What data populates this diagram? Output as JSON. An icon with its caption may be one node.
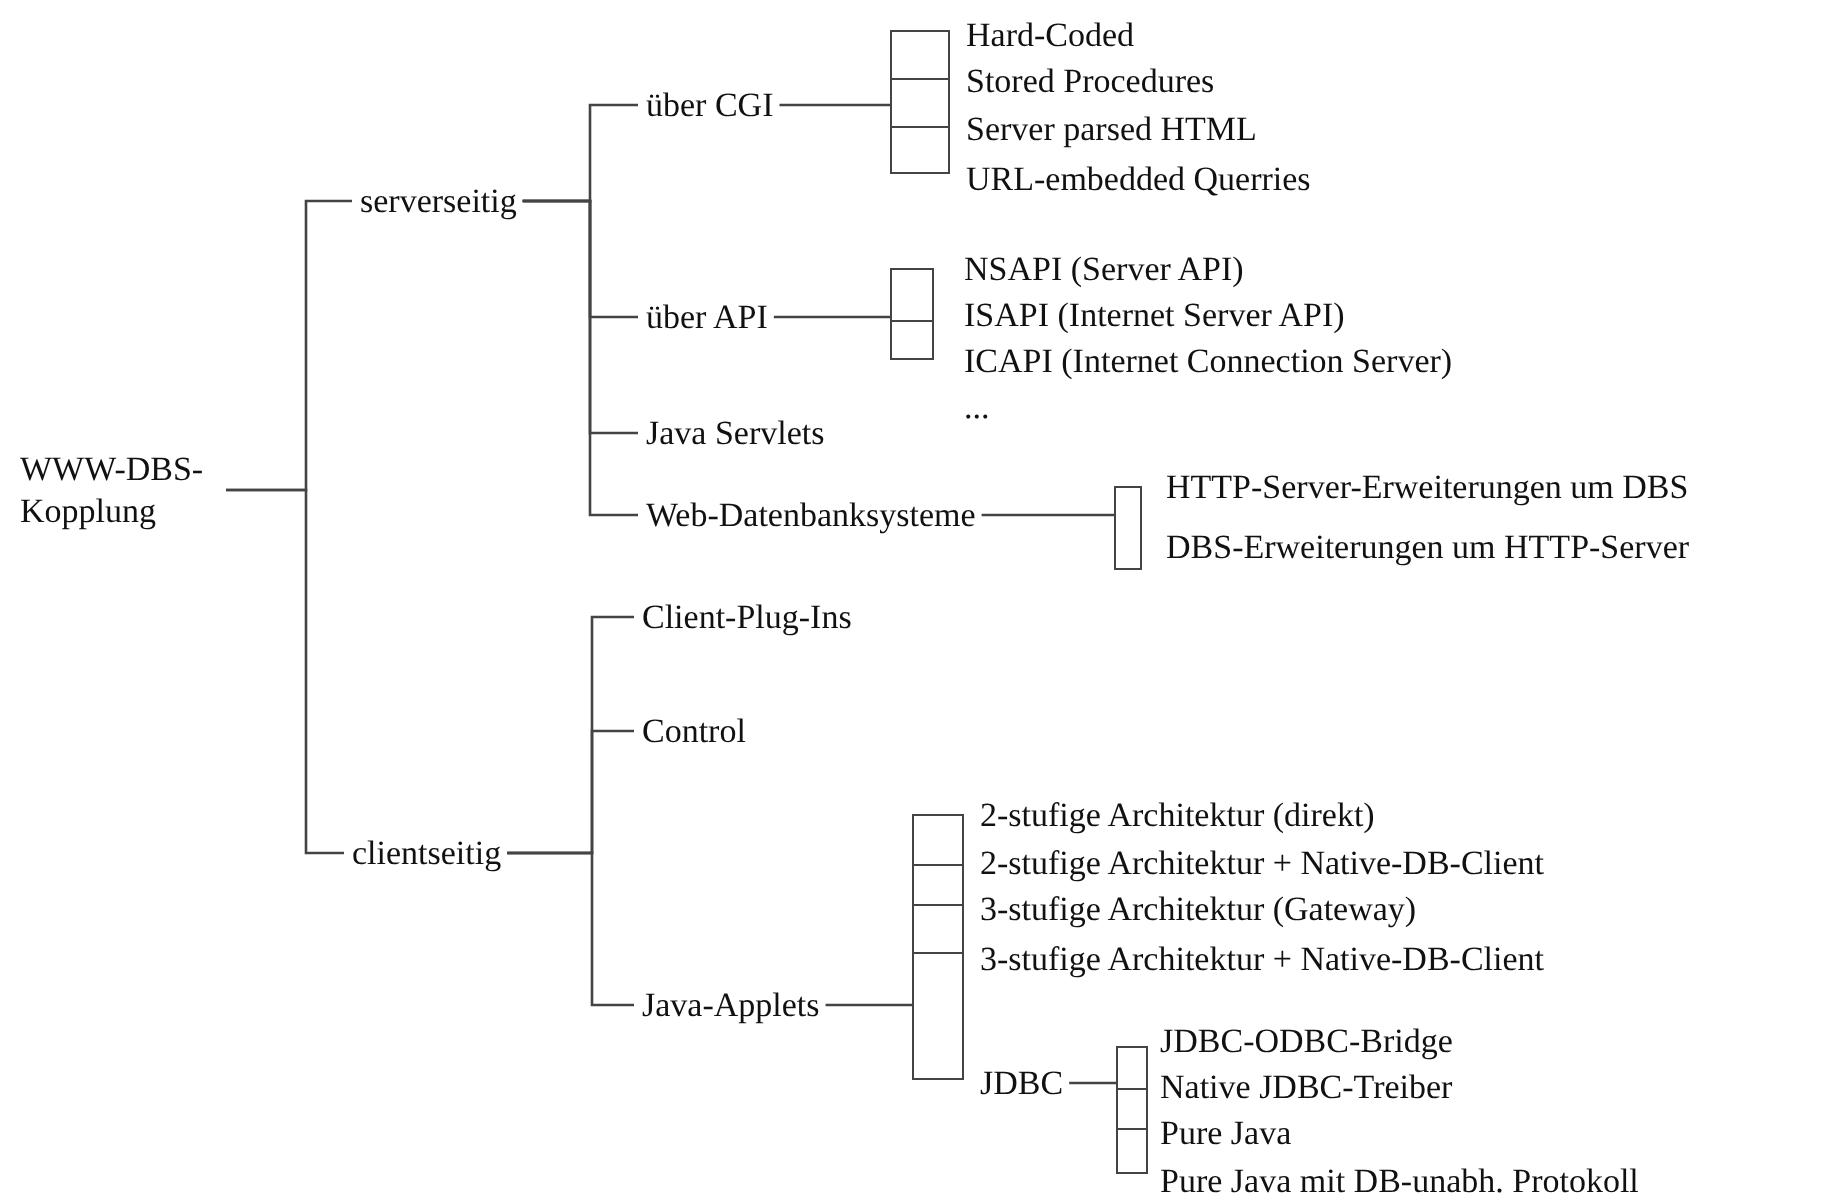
{
  "diagram": {
    "nodes": [
      {
        "text": [
          "WWW-DBS- Kopplung"
        ]
      },
      {
        "text": [
          "serverseitig"
        ]
      },
      {
        "text": [
          "über CGI"
        ]
      },
      {
        "text": [],
        "shape": "box",
        "beside": [
          "Hard-Coded",
          "Stored Procedures",
          "Server parsed HTML",
          "URL-embedded Querries"
        ]
      },
      {
        "text": [
          "über API"
        ]
      },
      {
        "text": [],
        "shape": "box",
        "beside": [
          "NSAPI (Server API)",
          "ISAPI (Internet Server API)",
          "ICAPI (Internet Connection Server)"
        ]
      },
      {
        "text": [
          "Java Servlets"
        ]
      },
      {
        "text": [
          "Web-Datenbanksysteme"
        ]
      },
      {
        "text": [],
        "shape": "box",
        "beside": [
          "HTTP-Server-Erweiterungen um DBS",
          "DBS-Erweiterungen um HTTP-Server"
        ]
      },
      {
        "text": [
          "clientseitig"
        ]
      },
      {
        "text": [
          "Client-Plug-Ins"
        ]
      },
      {
        "text": [
          "Control"
        ]
      },
      {
        "text": [
          "Java-Applets"
        ]
      },
      {
        "text": [],
        "shape": "box",
        "beside": [
          "2-stufige Architektur (direkt)",
          "2-stufige Architektur + Native-DB-Client",
          "3-stufige Architektur (Gateway)",
          "3-stufige Architektur + Native-DB-Client"
        ]
      },
      {
        "text": [
          "JDBC"
        ]
      },
      {
        "text": [],
        "shape": "box",
        "beside": [
          "JDBC-ODBC-Bridge",
          "Native JDBC-Treiber",
          "Pure Java",
          "Pure Java mit DB-unabh. Protokoll"
        ]
      }
    ],
    "edges": [
      {
        "from": 0,
        "to": 1,
        "arrow": "none"
      },
      {
        "from": 0,
        "to": 9,
        "arrow": "none"
      },
      {
        "from": 1,
        "to": 2,
        "arrow": "none"
      },
      {
        "from": 1,
        "to": 4,
        "arrow": "none"
      },
      {
        "from": 1,
        "to": 6,
        "arrow": "none"
      },
      {
        "from": 1,
        "to": 7,
        "arrow": "none"
      },
      {
        "from": 2,
        "to": 3,
        "arrow": "none"
      },
      {
        "from": 4,
        "to": 5,
        "arrow": "none"
      },
      {
        "from": 7,
        "to": 8,
        "arrow": "none"
      },
      {
        "from": 9,
        "to": 10,
        "arrow": "none"
      },
      {
        "from": 9,
        "to": 11,
        "arrow": "none"
      },
      {
        "from": 9,
        "to": 12,
        "arrow": "none"
      },
      {
        "from": 12,
        "to": 13,
        "arrow": "none"
      },
      {
        "from": 14,
        "to": 15,
        "arrow": "none"
      }
    ],
    "labels": [
      "..."
    ]
  }
}
